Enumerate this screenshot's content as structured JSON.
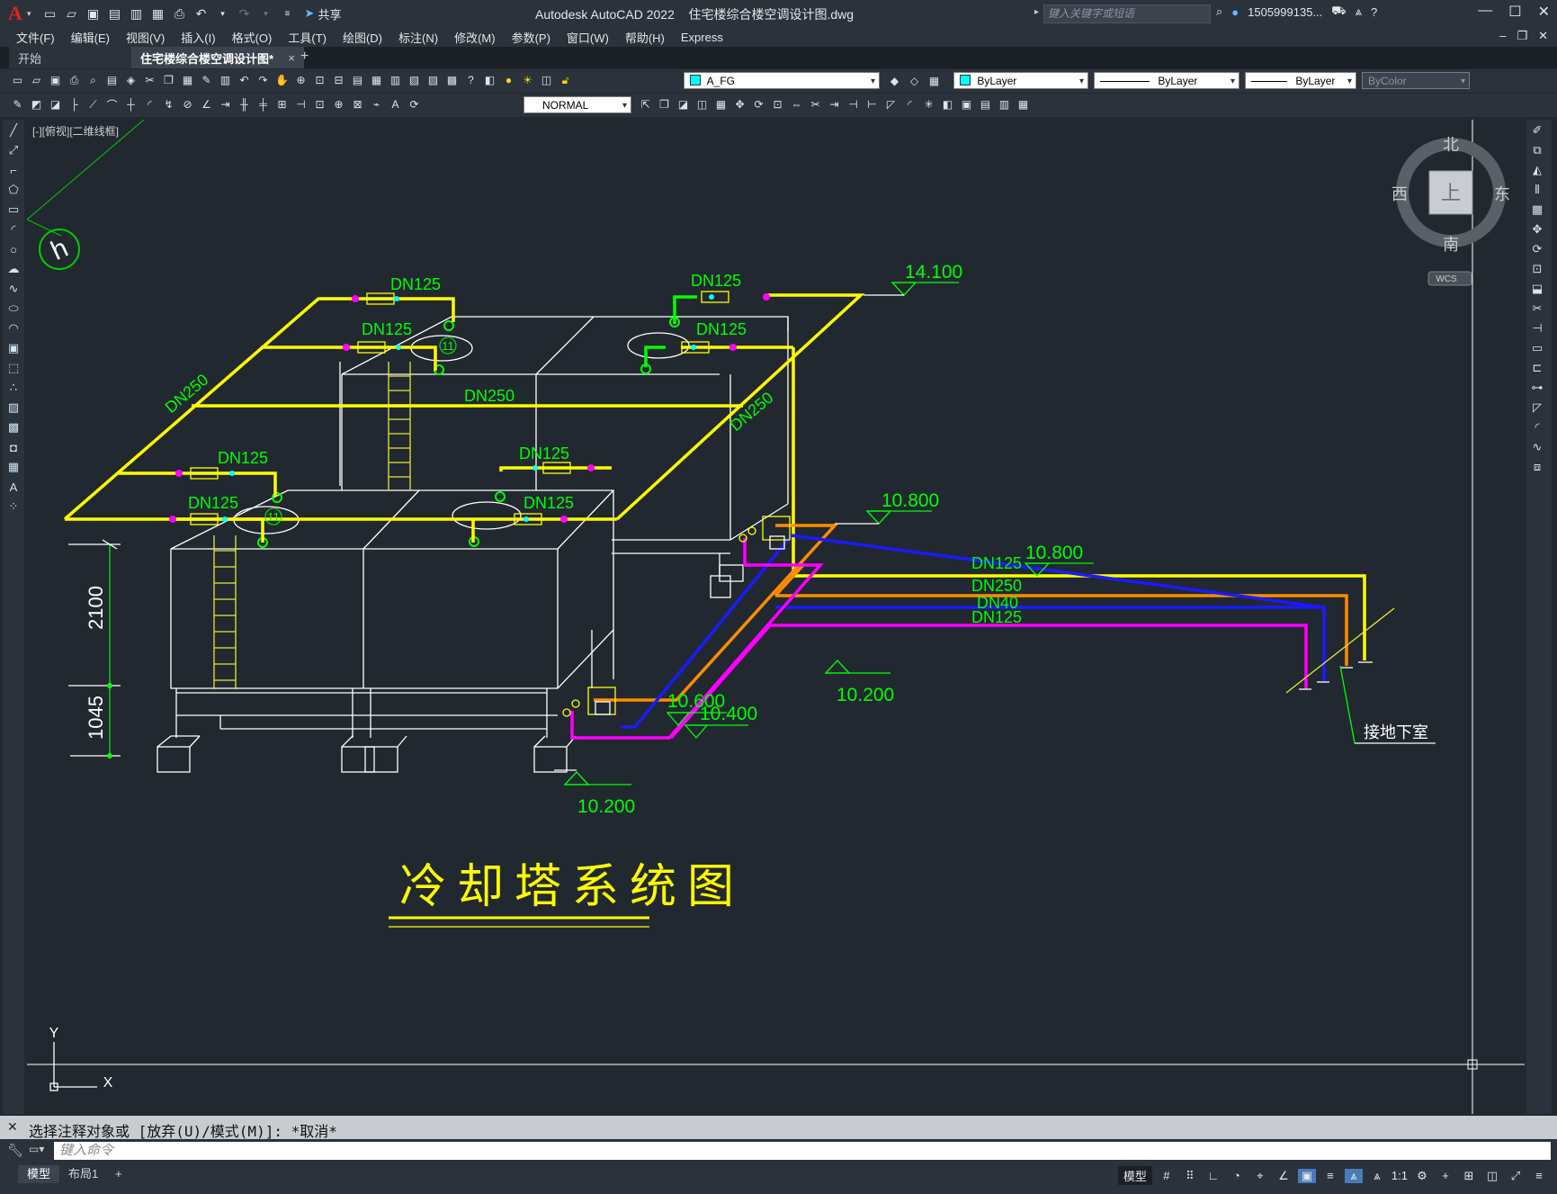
{
  "app": {
    "title": "Autodesk AutoCAD 2022    住宅楼综合楼空调设计图.dwg",
    "logo": "A",
    "share": "共享",
    "search_placeholder": "键入关键字或短语",
    "account": "1505999135..."
  },
  "menu": [
    "文件(F)",
    "编辑(E)",
    "视图(V)",
    "插入(I)",
    "格式(O)",
    "工具(T)",
    "绘图(D)",
    "标注(N)",
    "修改(M)",
    "参数(P)",
    "窗口(W)",
    "帮助(H)",
    "Express"
  ],
  "tabs": {
    "start": "开始",
    "active": "住宅楼综合楼空调设计图*",
    "close": "×",
    "add": "+"
  },
  "toolbar": {
    "layer": "A_FG",
    "color": "ByLayer",
    "linetype": "ByLayer",
    "lineweight": "ByLayer",
    "plotstyle": "ByColor",
    "textstyle": "NORMAL",
    "layer_color": "#00ffff"
  },
  "viewcube": {
    "north": "北",
    "south": "南",
    "east": "东",
    "west": "西",
    "top": "上",
    "wcs": "WCS"
  },
  "viewport_label": "[-][俯视][二维线框]",
  "drawing": {
    "title": "冷却塔系统图",
    "labels": {
      "dn125": "DN125",
      "dn250": "DN250",
      "dn40": "DN40",
      "circle_tag": "11",
      "elev_14100": "14.100",
      "elev_10800": "10.800",
      "elev_10600": "10.600",
      "elev_10400": "10.400",
      "elev_10200": "10.200",
      "dim_2100": "2100",
      "dim_1045": "1045",
      "basement": "接地下室",
      "axis_y": "Y",
      "axis_x": "X",
      "hex_h": "h"
    },
    "colors": {
      "supply": "#ffff00",
      "tower": "#ffffff",
      "label": "#00ff00",
      "orange": "#ff8c00",
      "blue": "#1010ff",
      "magenta": "#ff00ff",
      "green_pipe": "#00ff00"
    }
  },
  "command": {
    "history": "选择注释对象或 [放弃(U)/模式(M)]: *取消*",
    "prompt_placeholder": "键入命令"
  },
  "status": {
    "model_tab": "模型",
    "layout_tab": "布局1",
    "add": "+",
    "model_btn": "模型",
    "scale": "1:1"
  }
}
